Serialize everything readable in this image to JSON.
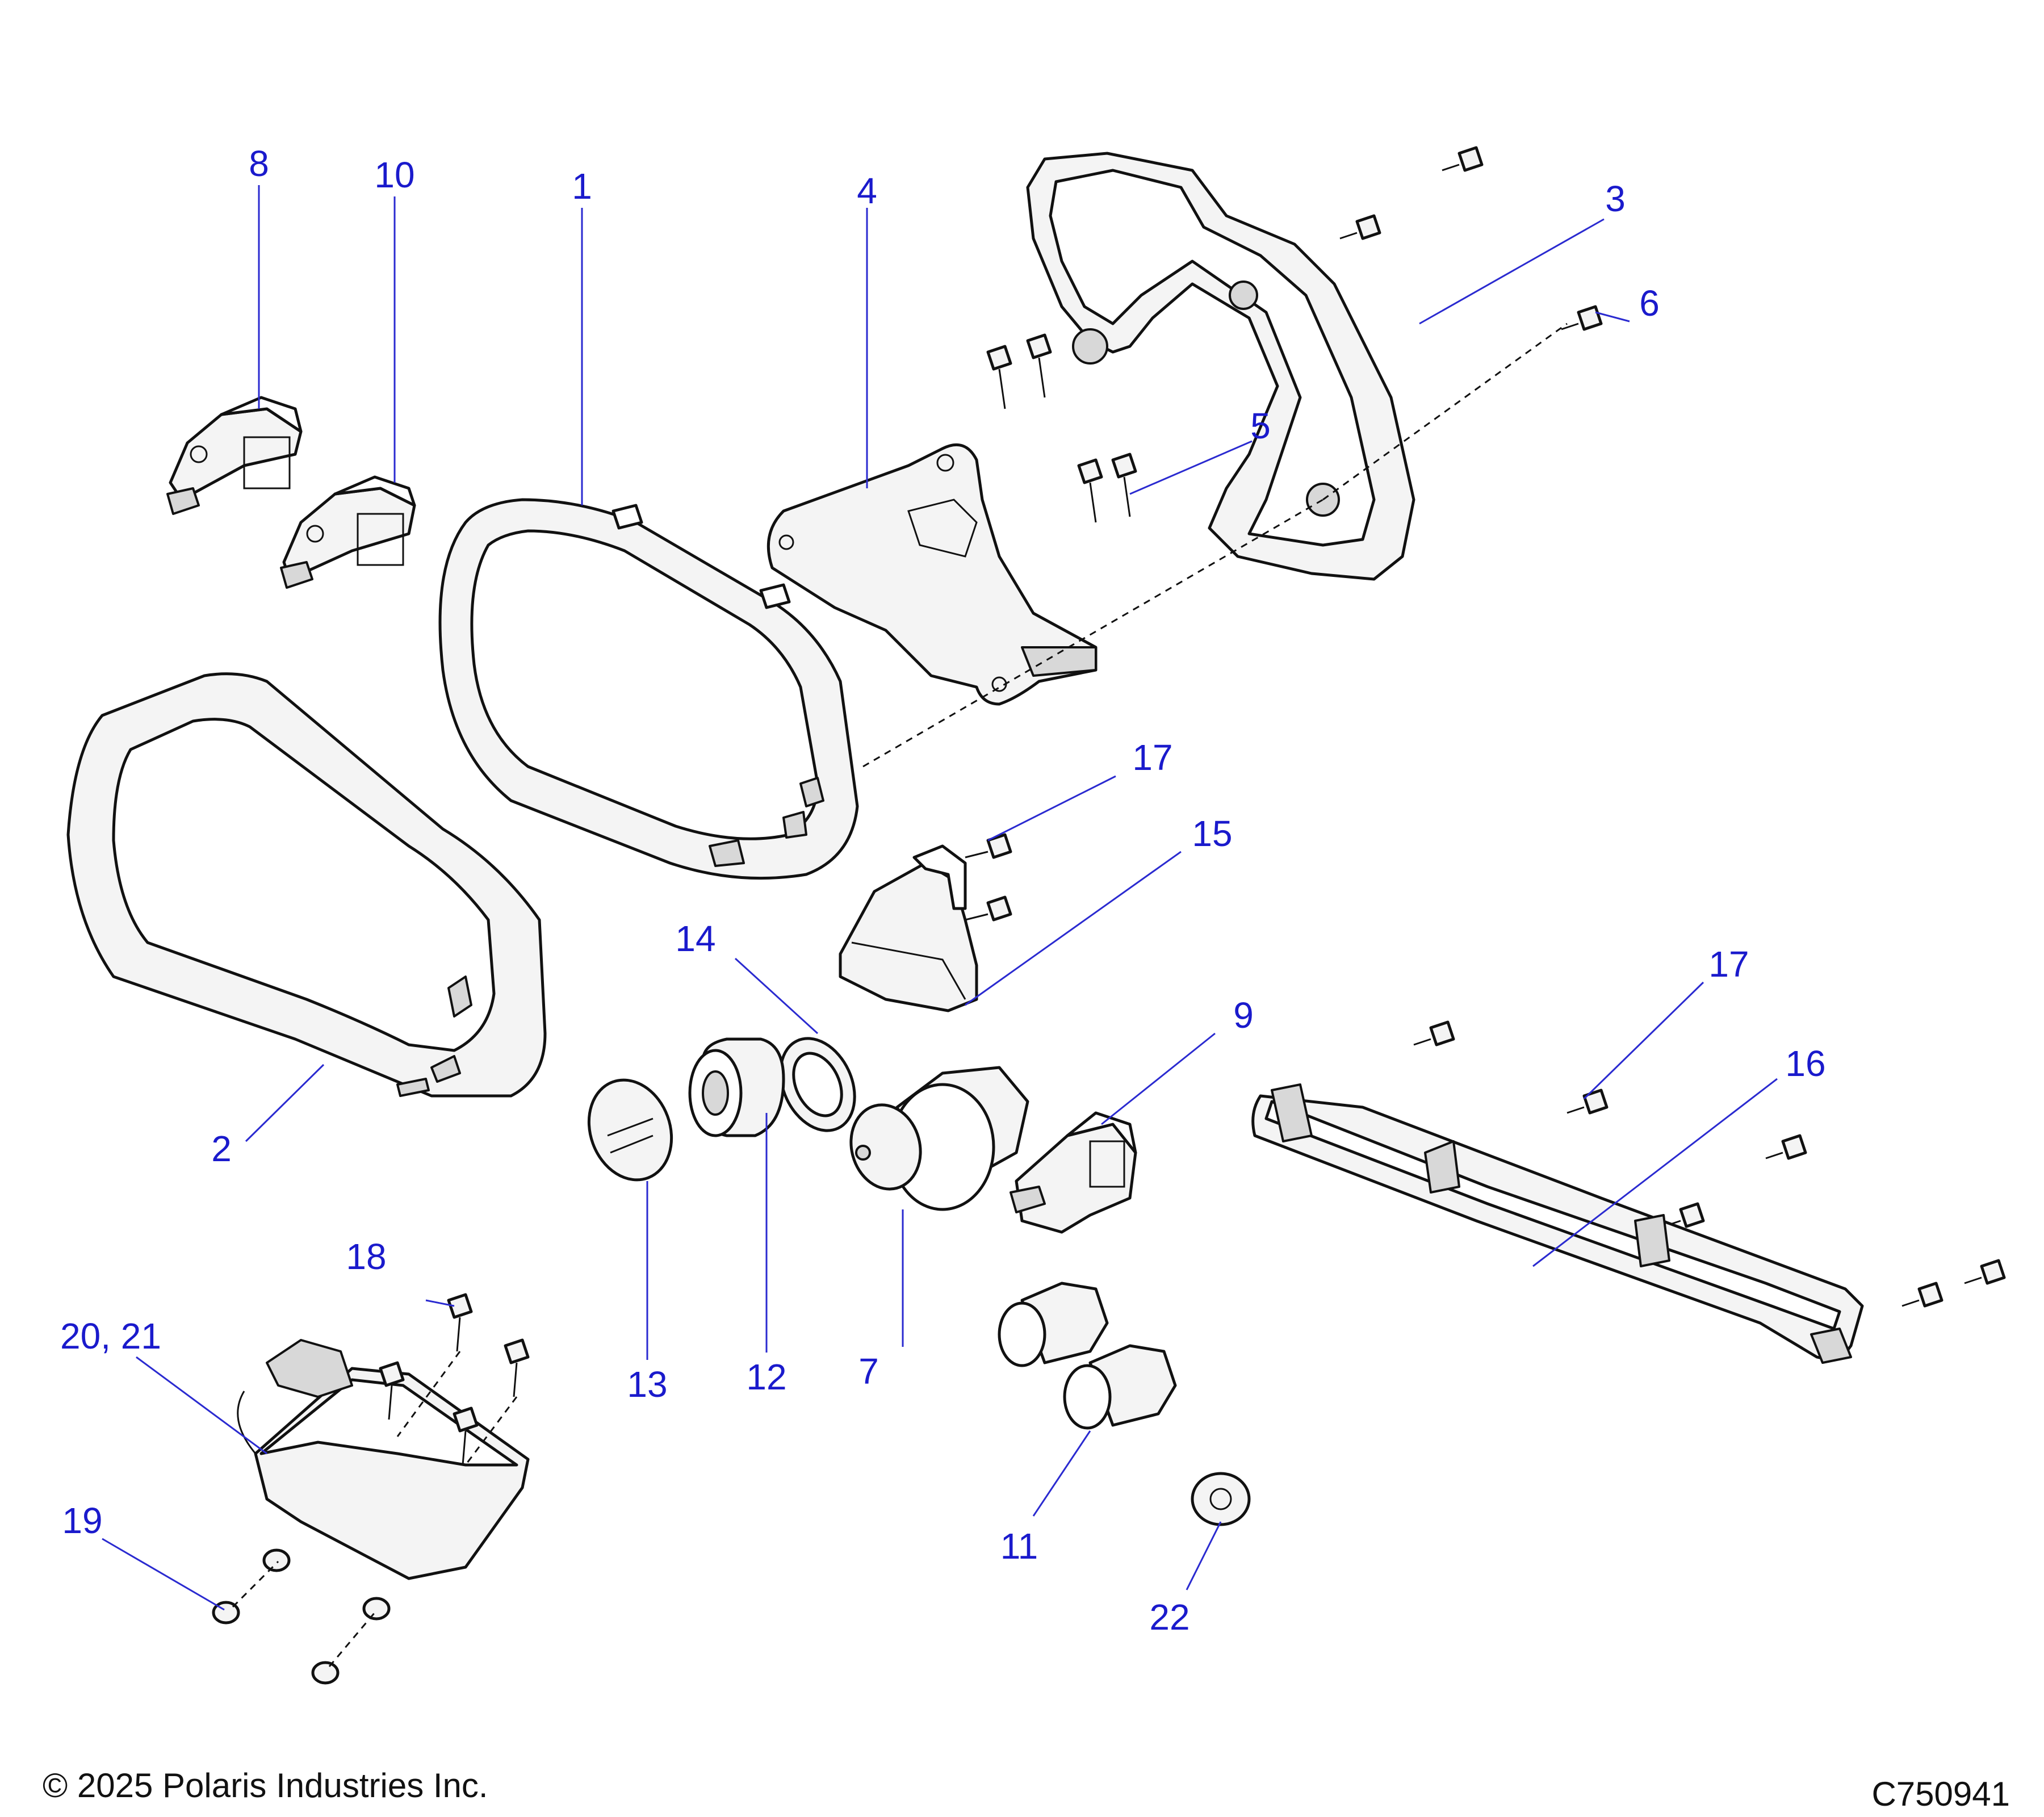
{
  "callouts": {
    "c1": "1",
    "c2": "2",
    "c3": "3",
    "c4": "4",
    "c5": "5",
    "c6": "6",
    "c7": "7",
    "c8": "8",
    "c9": "9",
    "c10": "10",
    "c11": "11",
    "c12": "12",
    "c13": "13",
    "c14": "14",
    "c15": "15",
    "c16": "16",
    "c17a": "17",
    "c17b": "17",
    "c18": "18",
    "c19": "19",
    "c20_21": "20, 21",
    "c22": "22"
  },
  "footer": {
    "copyright": "© 2025 Polaris Industries Inc.",
    "figure_id": "C750941"
  },
  "colors": {
    "callout": "#1a1acc",
    "line": "#111111",
    "background": "#ffffff"
  }
}
